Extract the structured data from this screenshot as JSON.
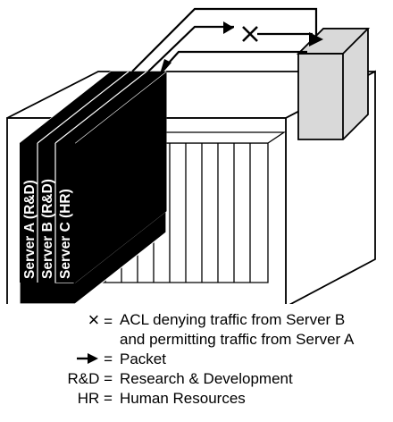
{
  "servers": [
    {
      "label": "Server A (R&D)"
    },
    {
      "label": "Server B (R&D)"
    },
    {
      "label": "Server C (HR)"
    }
  ],
  "legend": [
    {
      "key_symbol": "×",
      "key_suffix": " =",
      "desc": "ACL denying traffic from Server B"
    },
    {
      "key_symbol": "",
      "key_suffix": "",
      "desc": "and permitting traffic from Server A"
    },
    {
      "key_symbol": "arrow",
      "key_suffix": " =",
      "desc": "Packet"
    },
    {
      "key_symbol": "",
      "key_suffix": "R&D =",
      "desc": "Research & Development"
    },
    {
      "key_symbol": "",
      "key_suffix": "HR =",
      "desc": "Human Resources"
    }
  ],
  "colors": {
    "device_fill": "#d9d9d9",
    "blade_fill": "#000000"
  }
}
